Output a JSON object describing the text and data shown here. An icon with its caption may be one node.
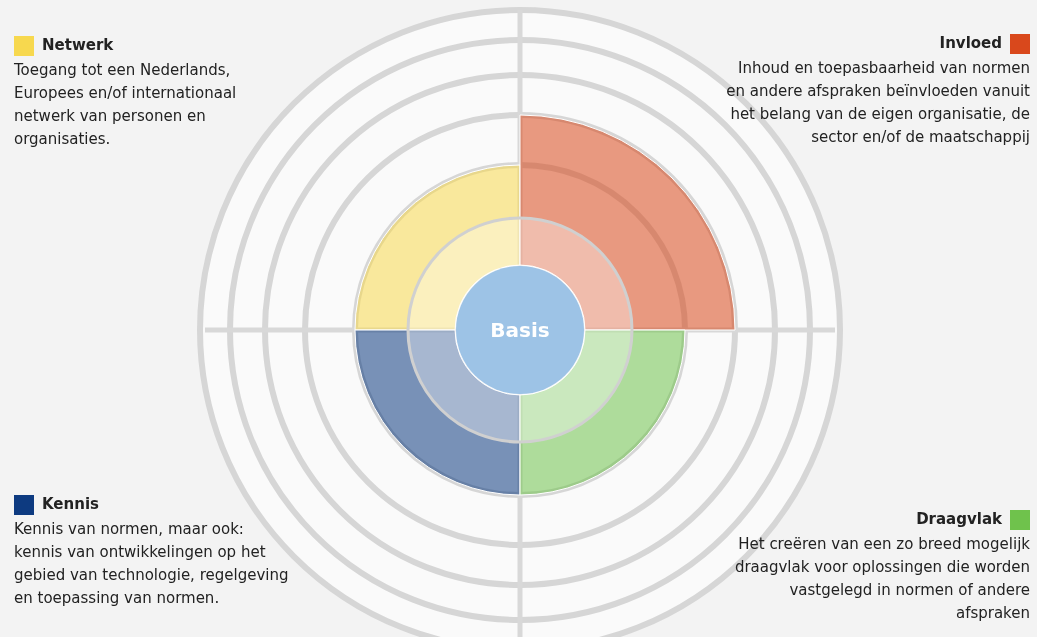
{
  "diagram": {
    "nodes": [
      {
        "text": [
          "Basis"
        ]
      }
    ],
    "legend": [
      {
        "text": "Netwerk",
        "color": "#f7d84e"
      },
      {
        "text": "Invloed",
        "color": "#d9481c"
      },
      {
        "text": "Kennis",
        "color": "#0d3a80"
      },
      {
        "text": "Draagvlak",
        "color": "#6fc24c"
      }
    ],
    "labels": [
      "Toegang tot een Nederlands, Europees en/of internationaal netwerk van personen en organisaties.",
      "Inhoud en toepasbaarheid van normen en andere afspraken beïnvloeden vanuit het belang van de eigen organisatie, de sector en/of de maatschappij",
      "Kennis van normen, maar ook: kennis van ontwikkelingen op het gebied van technologie, regelgeving en toepassing van normen.",
      "Het creëren van een zo breed mogelijk draagvlak voor oplossingen die worden vastgelegd in normen of andere afspraken"
    ]
  }
}
